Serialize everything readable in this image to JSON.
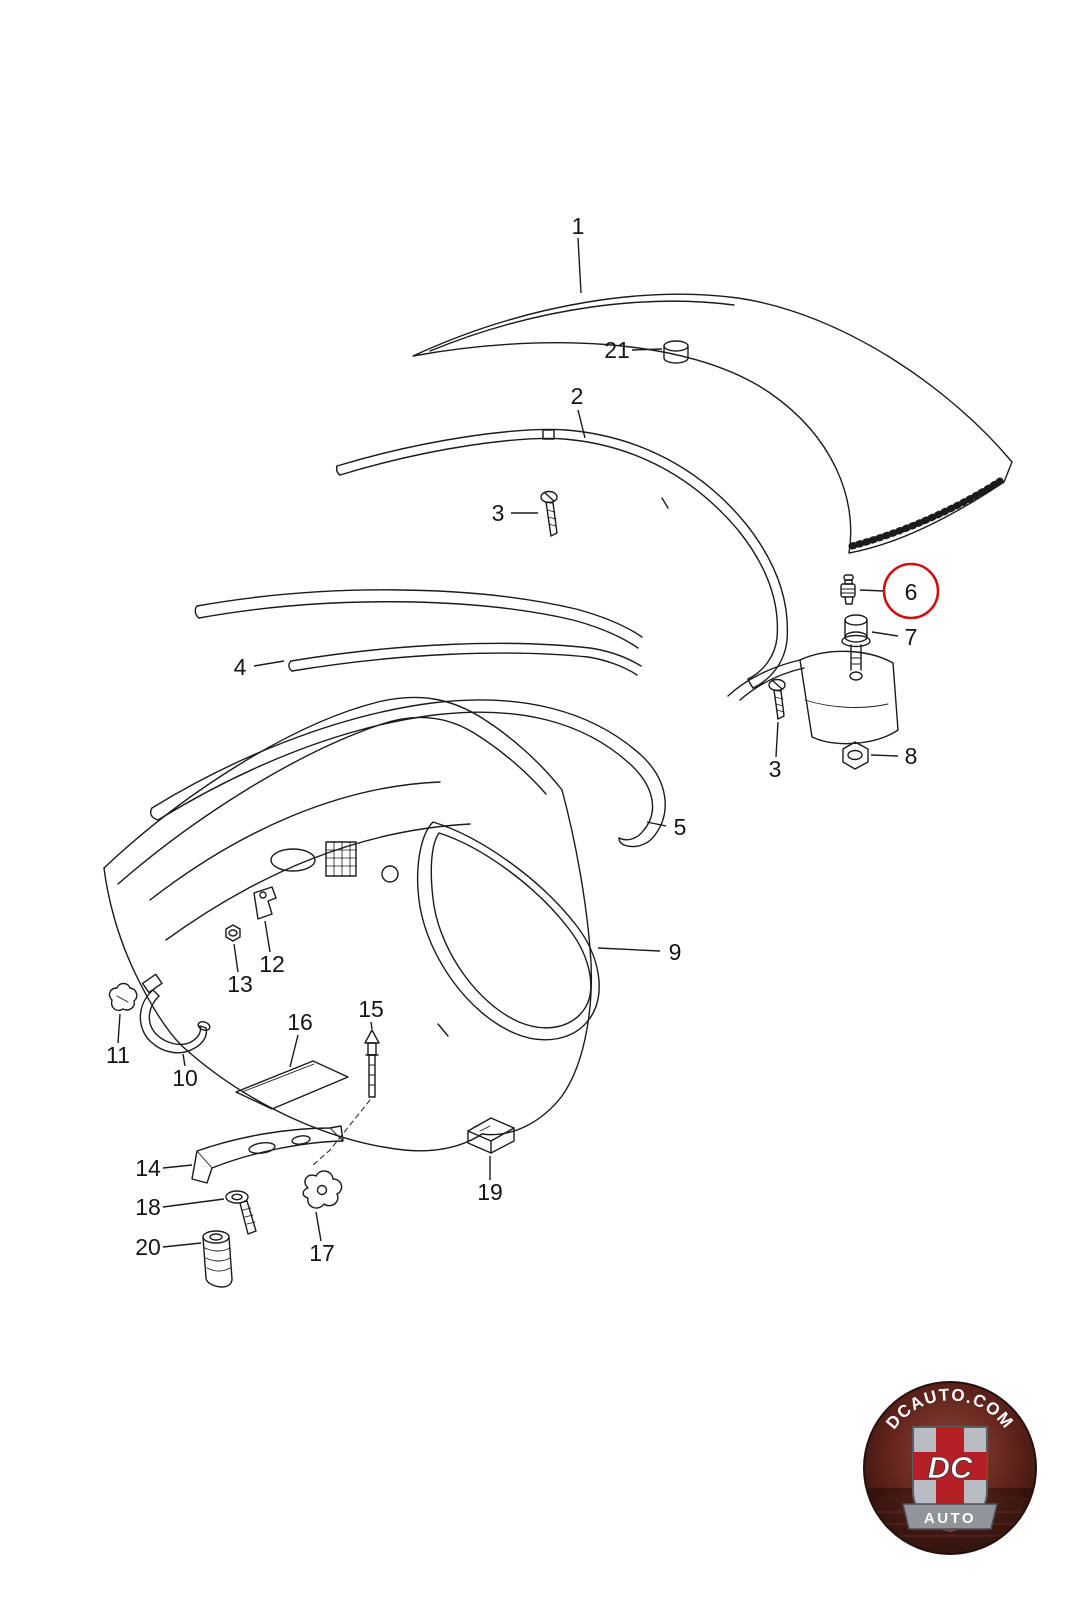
{
  "canvas": {
    "background": "#ffffff",
    "line_color": "#1b1b1b"
  },
  "diagram": {
    "kind": "exploded-parts-diagram",
    "labels": {
      "l1": "1",
      "l2": "2",
      "l3a": "3",
      "l3b": "3",
      "l4": "4",
      "l5": "5",
      "l6": "6",
      "l7": "7",
      "l8": "8",
      "l9": "9",
      "l10": "10",
      "l11": "11",
      "l12": "12",
      "l13": "13",
      "l14": "14",
      "l15": "15",
      "l16": "16",
      "l17": "17",
      "l18": "18",
      "l19": "19",
      "l20": "20",
      "l21": "21"
    },
    "highlight": {
      "part": "6",
      "color": "#cc1111"
    }
  },
  "watermark": {
    "arc_text": "DCAUTO.COM",
    "shield_text": "DC",
    "banner_text": "AUTO",
    "colors": {
      "badge_light": "#8a4a3c",
      "badge_mid": "#62241c",
      "badge_dark": "#31100c",
      "shield_red": "#b42025",
      "shield_gray": "#b9bcc2",
      "banner_gray": "#90959b",
      "text": "#ffffff"
    }
  }
}
